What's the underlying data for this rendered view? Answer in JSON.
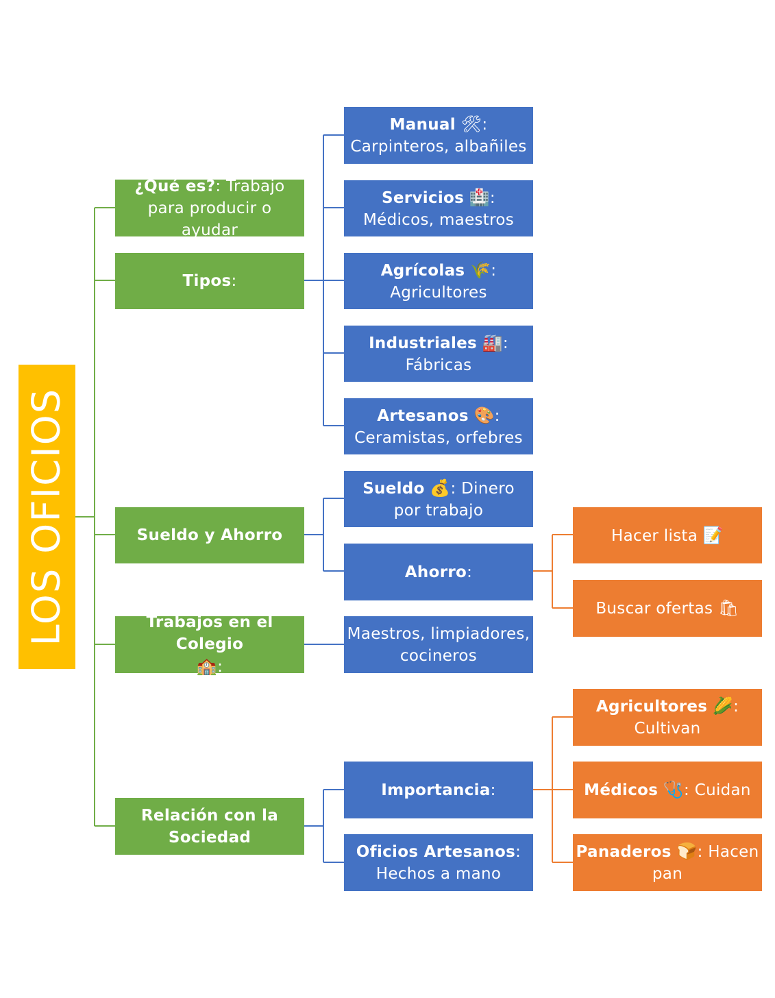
{
  "colors": {
    "green": "#70ad47",
    "blue": "#4472c4",
    "orange": "#ed7d31",
    "yellow": "#ffc000"
  },
  "root": {
    "title": "LOS OFICIOS"
  },
  "que_es": {
    "bold": "¿Qué es?",
    "text": ": Trabajo para producir o ayudar"
  },
  "tipos": {
    "bold": "Tipos",
    "text": ":",
    "manual": {
      "bold": "Manual",
      "icon": "🛠",
      "text": ": Carpinteros, albañiles"
    },
    "servicios": {
      "bold": "Servicios",
      "icon": "🏥",
      "text": ": Médicos, maestros"
    },
    "agricolas": {
      "bold": "Agrícolas",
      "icon": "🌾",
      "text": ": Agricultores"
    },
    "industriales": {
      "bold": "Industriales",
      "icon": "🏭",
      "text": ": Fábricas"
    },
    "artesanos": {
      "bold": "Artesanos",
      "icon": "🎨",
      "text": ": Ceramistas, orfebres"
    }
  },
  "sueldo_ahorro": {
    "bold": "Sueldo y Ahorro",
    "sueldo": {
      "bold": "Sueldo",
      "icon": "💰",
      "text": ": Dinero por trabajo"
    },
    "ahorro": {
      "bold": "Ahorro",
      "text": ":",
      "hacer_lista": {
        "text": "Hacer lista",
        "icon": "📝"
      },
      "buscar_ofertas": {
        "text": "Buscar ofertas",
        "icon": "🛍"
      }
    }
  },
  "colegio": {
    "bold": "Trabajos en el Colegio",
    "icon": "🏫",
    "text": ":",
    "detalle": {
      "text": "Maestros, limpiadores, cocineros"
    }
  },
  "relacion": {
    "bold": "Relación con la Sociedad",
    "importancia": {
      "bold": "Importancia",
      "text": ":",
      "agricultores": {
        "bold": "Agricultores",
        "icon": "🌽",
        "text": ": Cultivan"
      },
      "medicos": {
        "bold": "Médicos",
        "icon": "🩺",
        "text": ": Cuidan"
      },
      "panaderos": {
        "bold": "Panaderos",
        "icon": "🍞",
        "text": ": Hacen pan"
      }
    },
    "artesanos": {
      "bold": "Oficios Artesanos",
      "text": ": Hechos a mano"
    }
  }
}
